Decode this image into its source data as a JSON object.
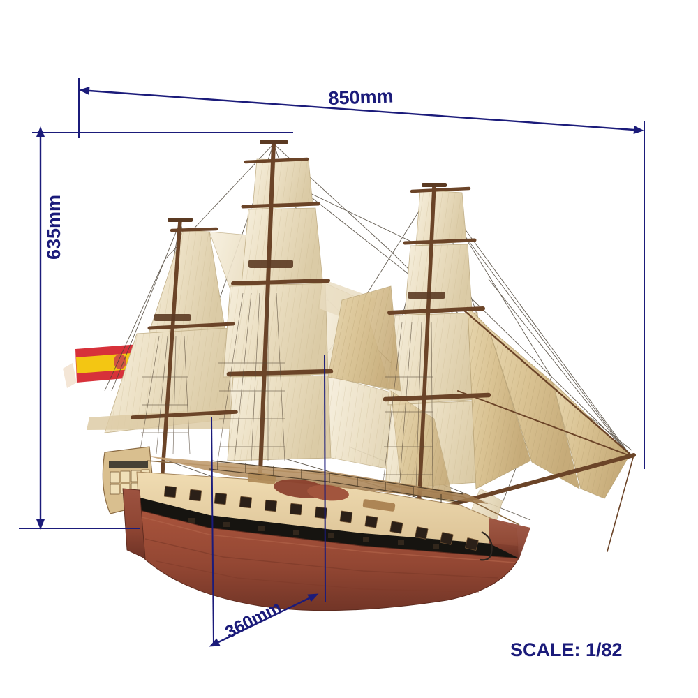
{
  "product": {
    "type": "wooden-model-ship",
    "description": "Spanish frigate wooden model ship kit with three masts and full sails"
  },
  "dimensions": {
    "length": {
      "label": "850mm",
      "value": 850,
      "unit": "mm",
      "axis": "horizontal"
    },
    "height": {
      "label": "635mm",
      "value": 635,
      "unit": "mm",
      "axis": "vertical"
    },
    "width": {
      "label": "360mm",
      "value": 360,
      "unit": "mm",
      "axis": "diagonal"
    }
  },
  "scale": {
    "label": "SCALE: 1/82",
    "ratio": "1/82"
  },
  "colors": {
    "dimension_line": "#1b1b7a",
    "dimension_text": "#1b1b7a",
    "hull_upper": "#8d4432",
    "hull_lower": "#9b4b37",
    "gunport_strake": "#e6cfa4",
    "wale_stripe": "#161410",
    "sail_cream": "#ece0c4",
    "sail_tan": "#d9c292",
    "mast_wood": "#6b4428",
    "rigging": "#3a3127",
    "flag_red": "#d4202a",
    "flag_yellow": "#f2c200",
    "background": "#ffffff"
  },
  "icons": {
    "arrow_left": "arrow-left-icon",
    "arrow_right": "arrow-right-icon",
    "arrow_up": "arrow-up-icon",
    "arrow_down": "arrow-down-icon",
    "arrow_double_diagonal": "arrow-double-diagonal-icon"
  }
}
